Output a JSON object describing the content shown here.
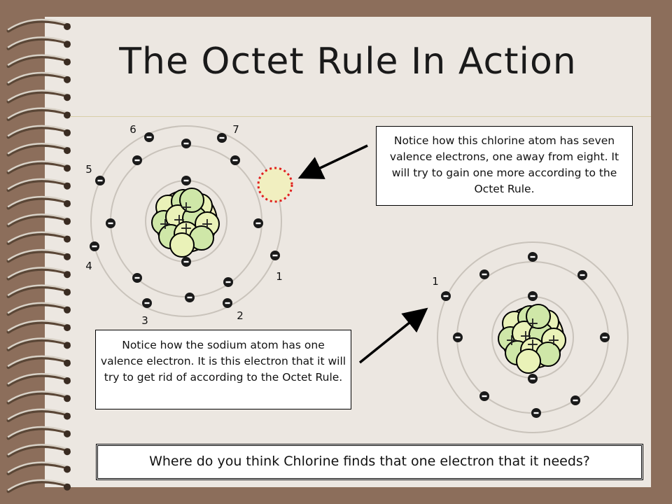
{
  "slide": {
    "title": "The Octet Rule In Action"
  },
  "chlorine": {
    "note": "Notice how this chlorine atom has seven valence electrons,  one away from eight.  It will try to gain one more according to the Octet Rule.",
    "valence_labels": [
      "1",
      "2",
      "3",
      "4",
      "5",
      "6",
      "7"
    ],
    "electron_sign": "-",
    "proton_sign": "+"
  },
  "sodium": {
    "note": "Notice how the sodium atom has one valence electron.  It is this electron that it will try to get rid of according to the Octet Rule.",
    "valence_labels": [
      "1"
    ],
    "electron_sign": "-",
    "proton_sign": "+"
  },
  "question": {
    "text": "Where do you think Chlorine finds that one electron that it needs?"
  },
  "colors": {
    "frame": "#8c6e5b",
    "paper": "#ece7e1",
    "nucleus_fill": "#e6f0b4",
    "nucleus_green": "#c8e6a0",
    "vacancy_fill": "#f1efc0",
    "vacancy_stroke": "#e02020"
  }
}
